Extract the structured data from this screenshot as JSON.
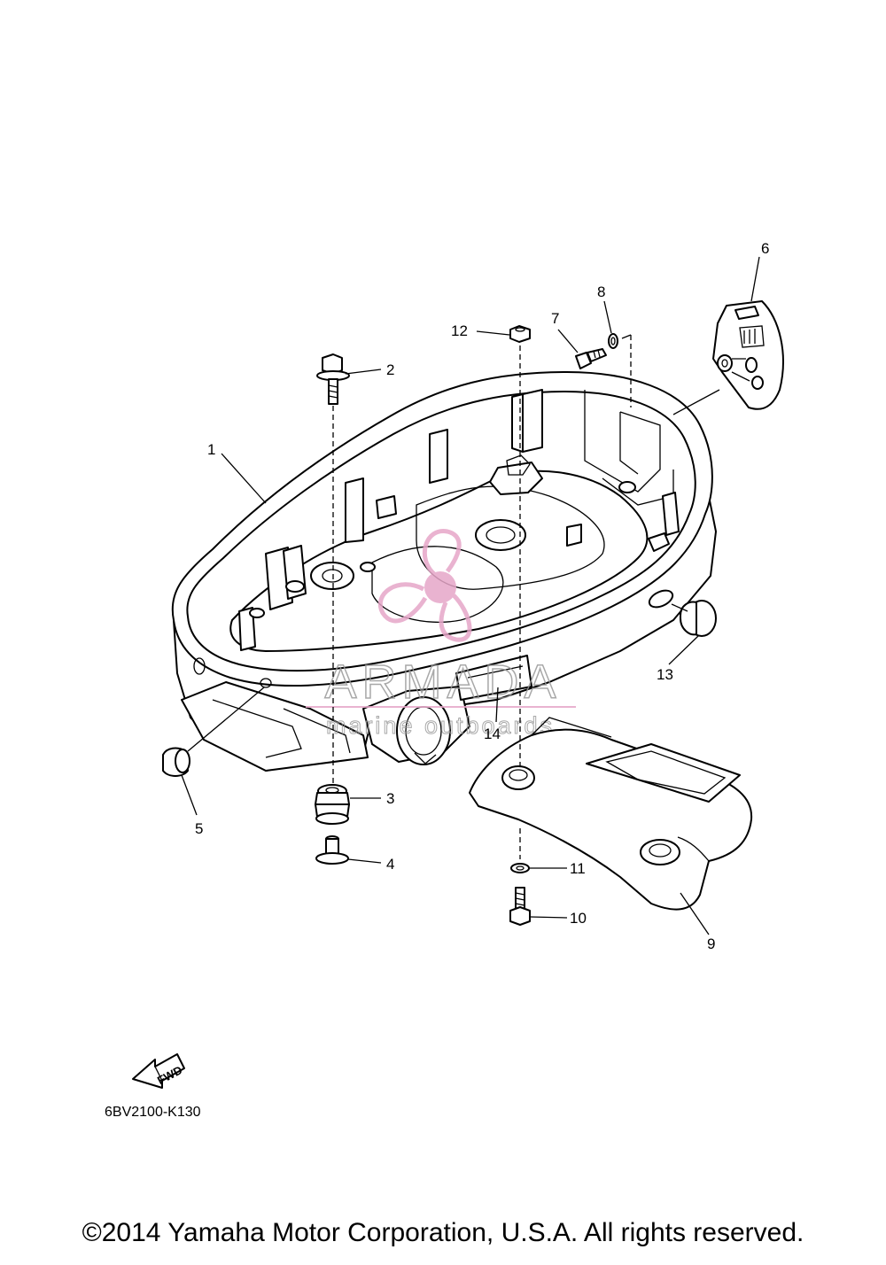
{
  "diagram": {
    "callouts": [
      "1",
      "2",
      "3",
      "4",
      "5",
      "6",
      "7",
      "8",
      "9",
      "10",
      "11",
      "12",
      "13",
      "14"
    ],
    "fwd_label": "FWD",
    "part_code": "6BV2100-K130"
  },
  "watermark": {
    "brand": "ARMADA",
    "tagline": "marine outboards",
    "colors": {
      "brand_gray": "#9a9a9a",
      "logo_pink": "#e6a6c8"
    }
  },
  "footer": {
    "copyright": "©2014 Yamaha Motor Corporation, U.S.A. All rights reserved."
  }
}
